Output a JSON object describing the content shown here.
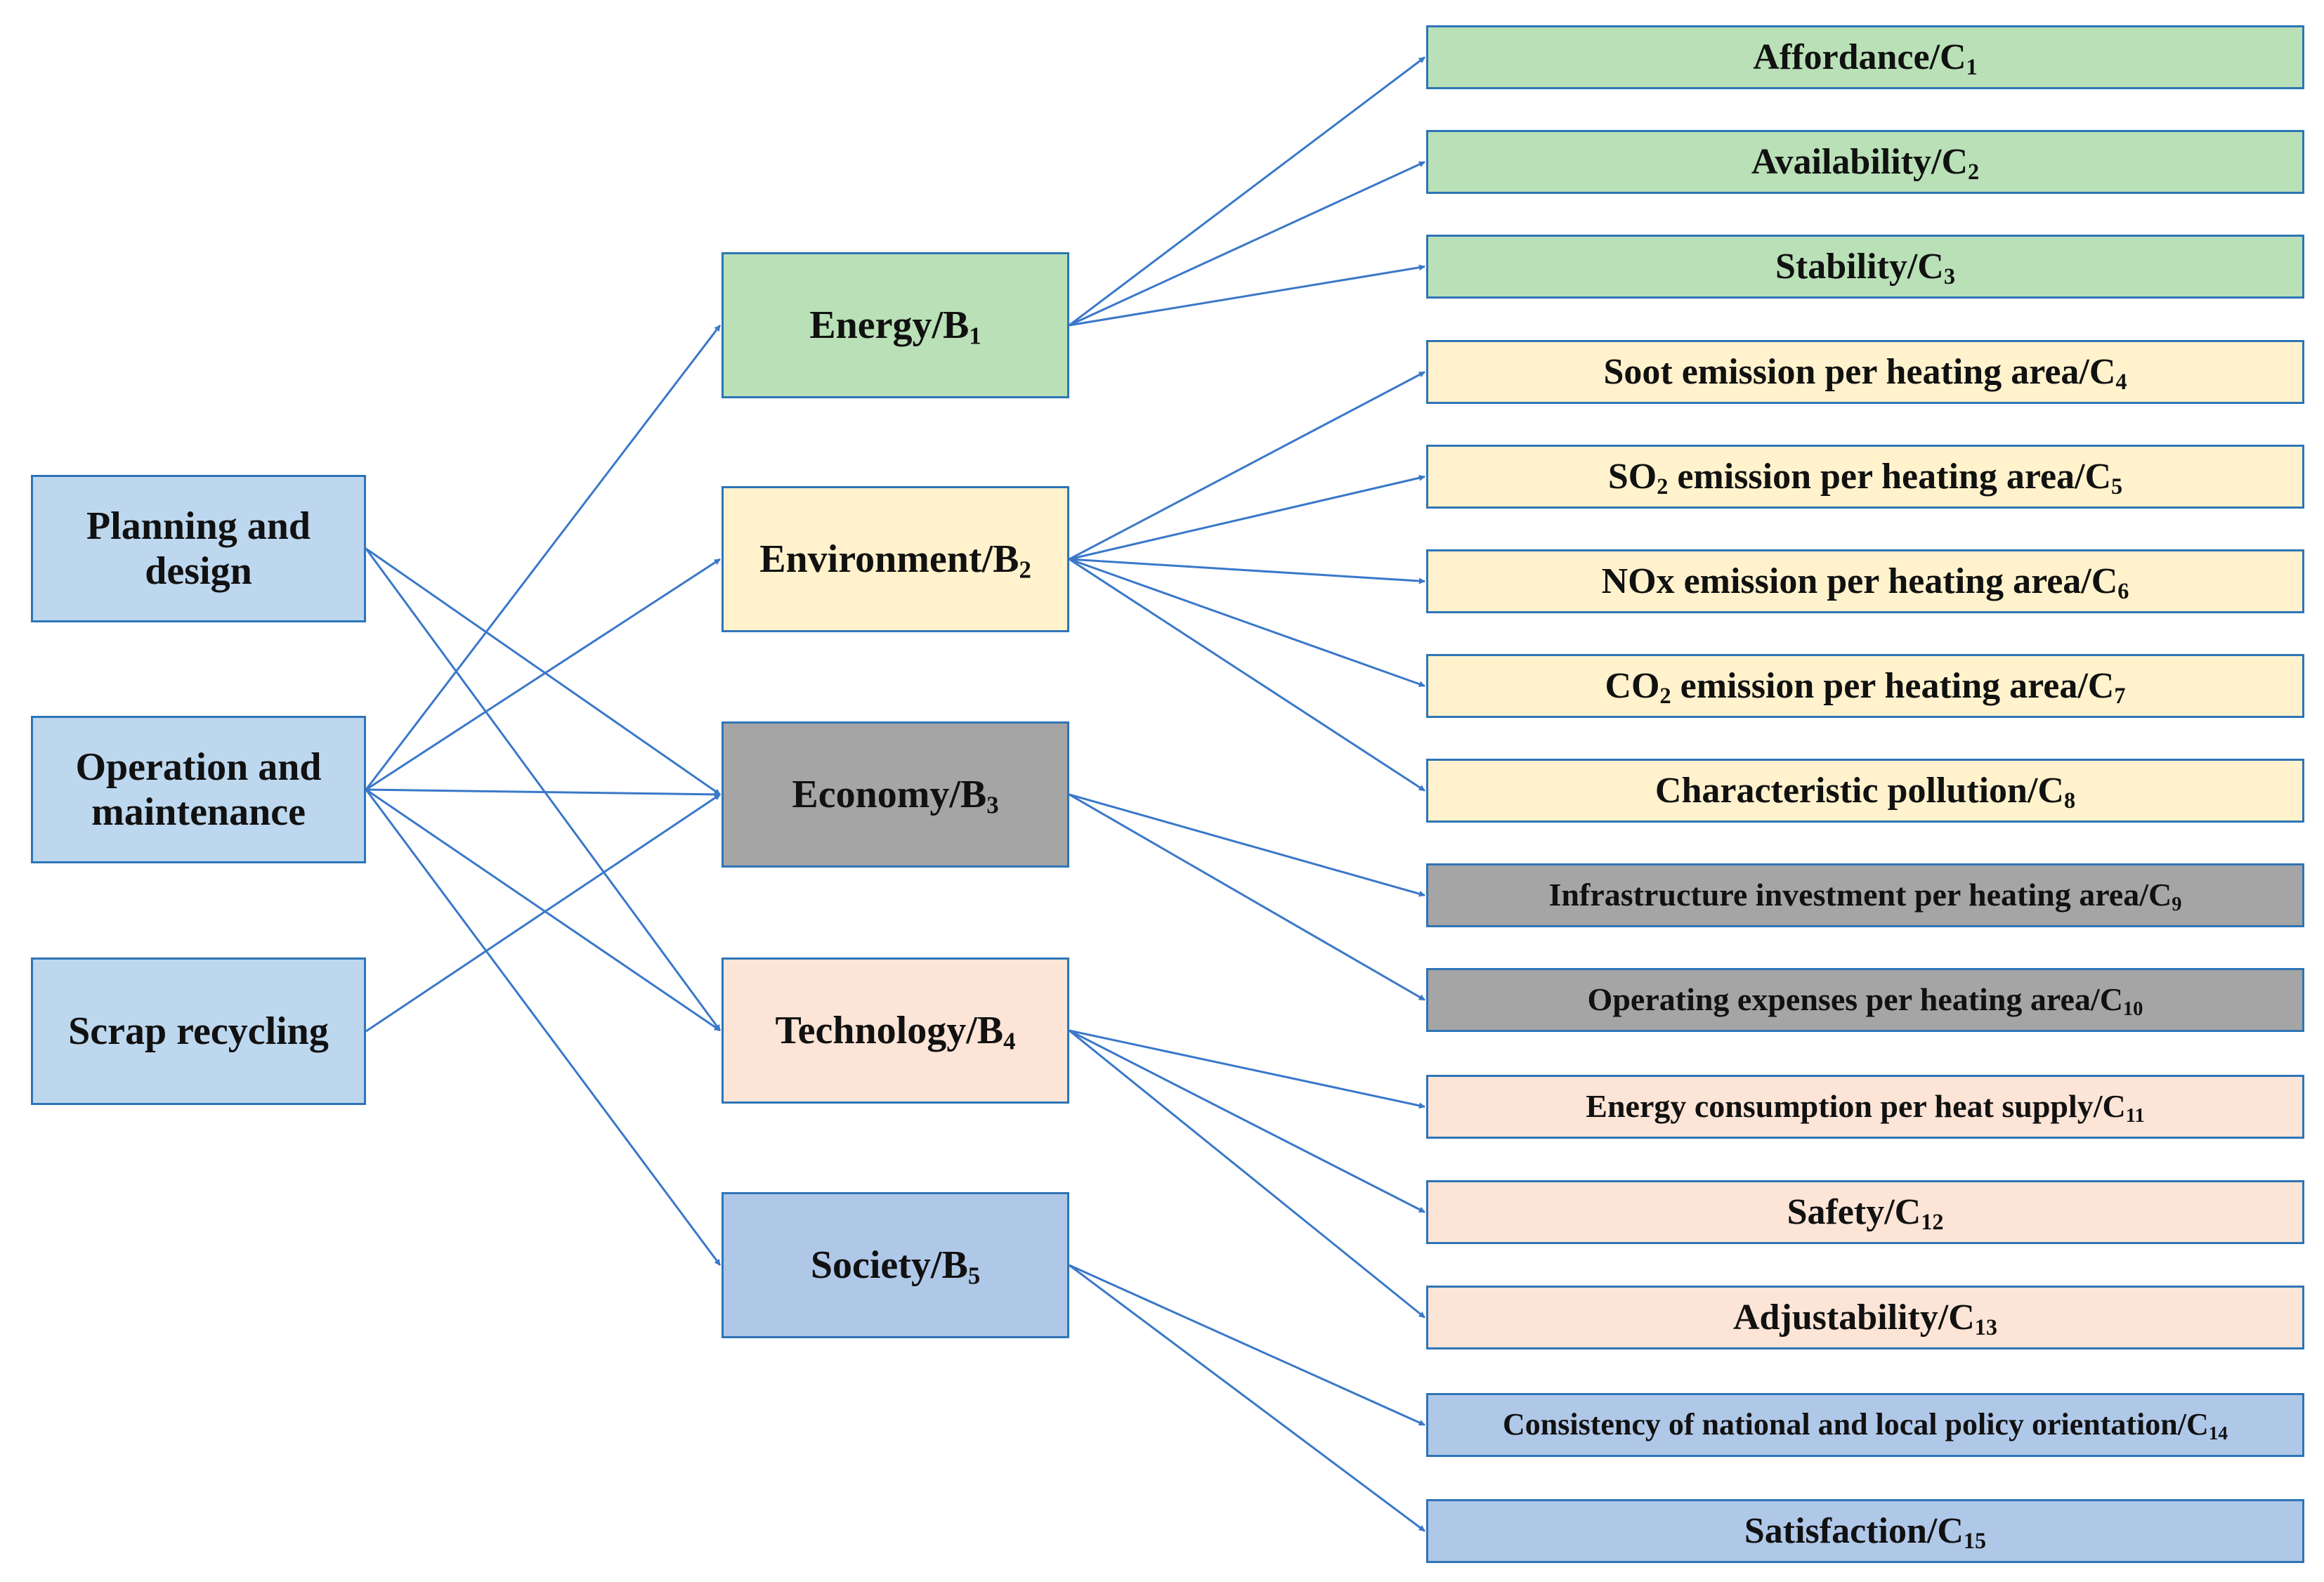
{
  "palette": {
    "blue": "#bdd7ee",
    "green": "#b9e0b7",
    "yellow": "#fff2cc",
    "gray": "#a5a5a5",
    "peach": "#fce4d6",
    "slate": "#b0c8e8",
    "edge": "#2e75b6",
    "arrow": "#3a78c9"
  },
  "stages": [
    {
      "id": "A1",
      "label": "Planning and design"
    },
    {
      "id": "A2",
      "label": "Operation and maintenance"
    },
    {
      "id": "A3",
      "label": "Scrap recycling"
    }
  ],
  "criteria": [
    {
      "id": "B1",
      "text": "Energy/B",
      "sub": "1"
    },
    {
      "id": "B2",
      "text": "Environment/B",
      "sub": "2"
    },
    {
      "id": "B3",
      "text": "Economy/B",
      "sub": "3"
    },
    {
      "id": "B4",
      "text": "Technology/B",
      "sub": "4"
    },
    {
      "id": "B5",
      "text": "Society/B",
      "sub": "5"
    }
  ],
  "indicators": [
    {
      "id": "C1",
      "parts": [
        "Affordance/C"
      ],
      "subs": [
        "1"
      ],
      "parent": "B1"
    },
    {
      "id": "C2",
      "parts": [
        "Availability/C"
      ],
      "subs": [
        "2"
      ],
      "parent": "B1"
    },
    {
      "id": "C3",
      "parts": [
        "Stability/C"
      ],
      "subs": [
        "3"
      ],
      "parent": "B1"
    },
    {
      "id": "C4",
      "parts": [
        "Soot emission per heating area/C"
      ],
      "subs": [
        "4"
      ],
      "parent": "B2"
    },
    {
      "id": "C5",
      "parts": [
        "SO",
        " emission per heating area/C"
      ],
      "subs": [
        "2",
        "5"
      ],
      "parent": "B2"
    },
    {
      "id": "C6",
      "parts": [
        "NOx emission per heating area/C"
      ],
      "subs": [
        "6"
      ],
      "parent": "B2"
    },
    {
      "id": "C7",
      "parts": [
        "CO",
        " emission per heating area/C"
      ],
      "subs": [
        "2",
        "7"
      ],
      "parent": "B2"
    },
    {
      "id": "C8",
      "parts": [
        "Characteristic pollution/C"
      ],
      "subs": [
        "8"
      ],
      "parent": "B2"
    },
    {
      "id": "C9",
      "parts": [
        "Infrastructure investment per heating area/C"
      ],
      "subs": [
        "9"
      ],
      "parent": "B3"
    },
    {
      "id": "C10",
      "parts": [
        "Operating expenses per heating area/C"
      ],
      "subs": [
        "10"
      ],
      "parent": "B3"
    },
    {
      "id": "C11",
      "parts": [
        "Energy consumption per heat supply/C"
      ],
      "subs": [
        "11"
      ],
      "parent": "B4"
    },
    {
      "id": "C12",
      "parts": [
        "Safety/C"
      ],
      "subs": [
        "12"
      ],
      "parent": "B4"
    },
    {
      "id": "C13",
      "parts": [
        "Adjustability/C"
      ],
      "subs": [
        "13"
      ],
      "parent": "B4"
    },
    {
      "id": "C14",
      "parts": [
        "Consistency of national and local policy orientation/C"
      ],
      "subs": [
        "14"
      ],
      "parent": "B5"
    },
    {
      "id": "C15",
      "parts": [
        "Satisfaction/C"
      ],
      "subs": [
        "15"
      ],
      "parent": "B5"
    }
  ],
  "links_a_to_b": [
    [
      "A1",
      "B3"
    ],
    [
      "A1",
      "B4"
    ],
    [
      "A2",
      "B1"
    ],
    [
      "A2",
      "B2"
    ],
    [
      "A2",
      "B3"
    ],
    [
      "A2",
      "B4"
    ],
    [
      "A2",
      "B5"
    ],
    [
      "A3",
      "B3"
    ]
  ]
}
